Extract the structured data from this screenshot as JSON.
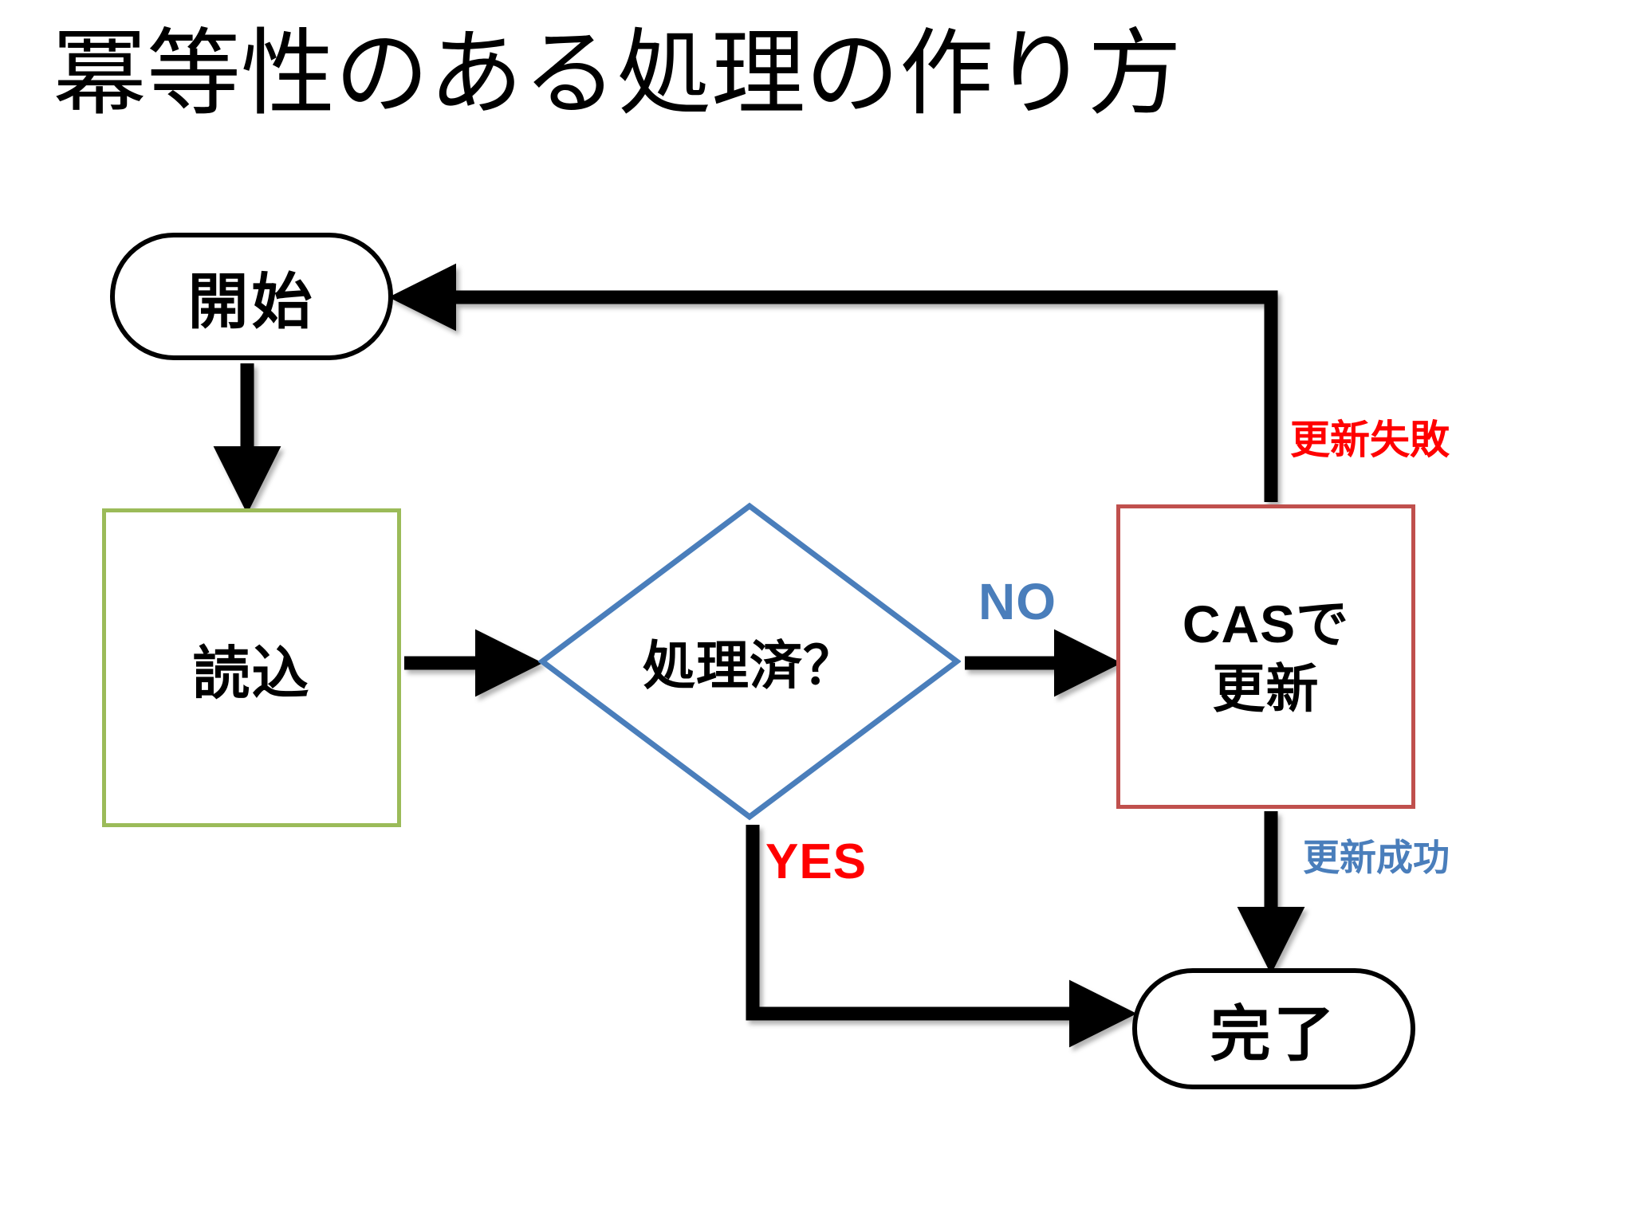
{
  "slide": {
    "title": "冪等性のある処理の作り方",
    "background_color": "#FFFFFF"
  },
  "diagram": {
    "type": "flowchart",
    "nodes": [
      {
        "id": "start",
        "label": "開始",
        "shape": "stadium",
        "border_color": "#000000",
        "fill_color": "#FFFFFF",
        "text_color": "#000000"
      },
      {
        "id": "read",
        "label": "読込",
        "shape": "rectangle",
        "border_color": "#9BBB59",
        "fill_color": "#FFFFFF",
        "text_color": "#000000"
      },
      {
        "id": "decision",
        "label": "処理済？",
        "shape": "diamond",
        "border_color": "#4A7EBB",
        "fill_color": "#FFFFFF",
        "text_color": "#000000"
      },
      {
        "id": "cas",
        "label_line1": "CASで",
        "label_line2": "更新",
        "shape": "rectangle",
        "border_color": "#C0504D",
        "fill_color": "#FFFFFF",
        "text_color": "#000000"
      },
      {
        "id": "end",
        "label": "完了",
        "shape": "stadium",
        "border_color": "#000000",
        "fill_color": "#FFFFFF",
        "text_color": "#000000"
      }
    ],
    "edges": [
      {
        "id": "start-to-read",
        "from": "start",
        "to": "read",
        "label": "",
        "color": "#000000"
      },
      {
        "id": "read-to-decision",
        "from": "read",
        "to": "decision",
        "label": "",
        "color": "#000000"
      },
      {
        "id": "decision-to-cas",
        "from": "decision",
        "to": "cas",
        "label": "NO",
        "label_color": "#4A7EBB",
        "color": "#000000"
      },
      {
        "id": "decision-to-end",
        "from": "decision",
        "to": "end",
        "label": "YES",
        "label_color": "#FF0000",
        "color": "#000000"
      },
      {
        "id": "cas-to-start",
        "from": "cas",
        "to": "start",
        "label": "更新失敗",
        "label_color": "#FF0000",
        "color": "#000000"
      },
      {
        "id": "cas-to-end",
        "from": "cas",
        "to": "end",
        "label": "更新成功",
        "label_color": "#4A7EBB",
        "color": "#000000"
      }
    ],
    "labels": {
      "no": "NO",
      "yes": "YES",
      "update_failed": "更新失敗",
      "update_succeeded": "更新成功"
    }
  }
}
